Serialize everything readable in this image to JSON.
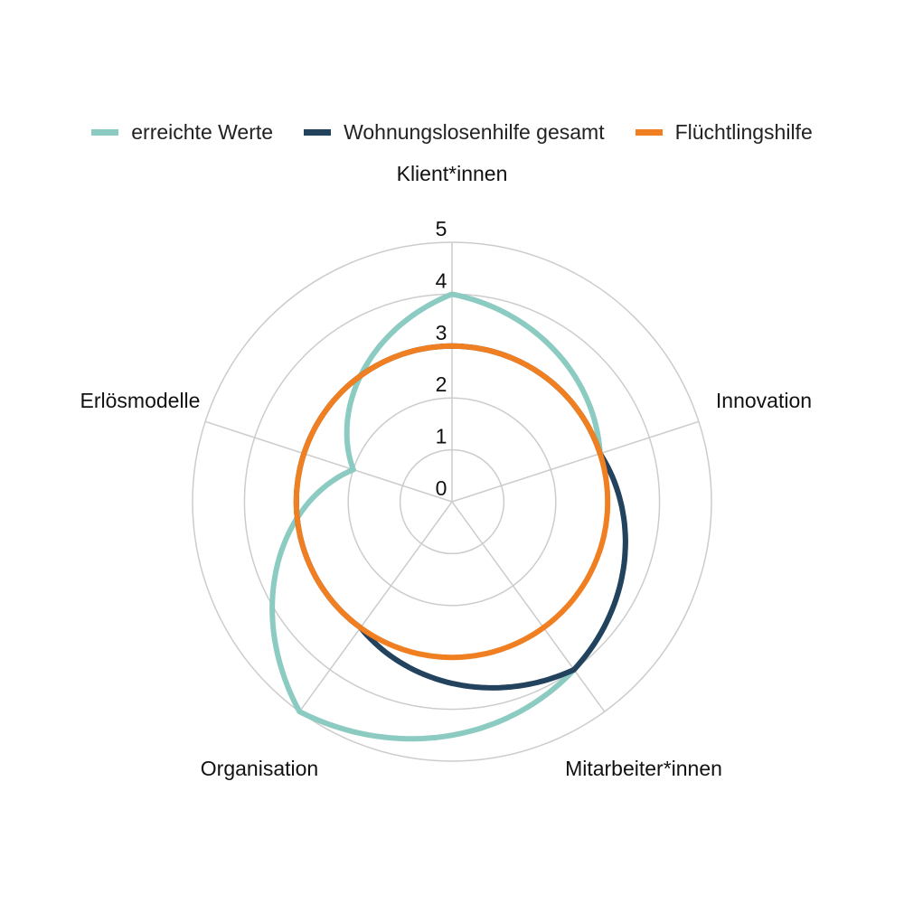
{
  "chart_data": {
    "type": "radar",
    "title": "",
    "categories": [
      "Klient*innen",
      "Innovation",
      "Mitarbeiter*innen",
      "Organisation",
      "Erlösmodelle"
    ],
    "ticks": [
      "0",
      "1",
      "2",
      "3",
      "4",
      "5"
    ],
    "range": [
      0,
      5
    ],
    "legend_position": "top",
    "series": [
      {
        "name": "erreichte Werte",
        "color": "#8ccbc1",
        "values": [
          4,
          3,
          4,
          5,
          2
        ]
      },
      {
        "name": "Wohnungslosenhilfe gesamt",
        "color": "#22425e",
        "values": [
          3,
          3,
          4,
          3,
          3
        ]
      },
      {
        "name": "Flüchtlingshilfe",
        "color": "#f07f22",
        "values": [
          3,
          3,
          3,
          3,
          3
        ]
      }
    ]
  }
}
